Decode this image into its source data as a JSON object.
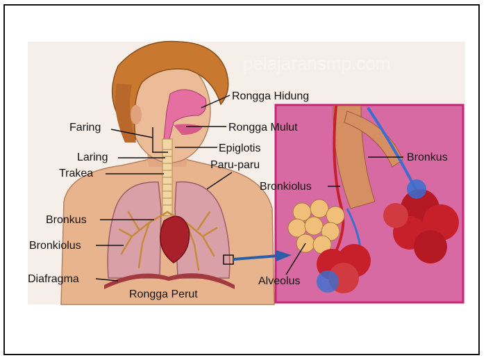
{
  "watermark": "pelajaransmp.com",
  "labels": {
    "rongga_hidung": "Rongga Hidung",
    "faring": "Faring",
    "rongga_mulut": "Rongga Mulut",
    "laring": "Laring",
    "epiglotis": "Epiglotis",
    "trakea": "Trakea",
    "paru_paru": "Paru-paru",
    "bronkus_left": "Bronkus",
    "bronkiolus_left": "Bronkiolus",
    "diafragma": "Diafragma",
    "rongga_perut": "Rongga Perut",
    "bronkiolus_inset": "Bronkiolus",
    "bronkus_inset": "Bronkus",
    "alveolus": "Alveolus"
  },
  "colors": {
    "skin": "#e8b48e",
    "hair": "#c9792f",
    "lung": "#d9a0a8",
    "bronchial_tree": "#c58a3a",
    "heart": "#a9202a",
    "inset_bg": "#d86aa3",
    "inset_border": "#c8257a",
    "pointer_arrow": "#2a5fa8",
    "alveolus_sac": "#f0c07a",
    "capillary_red": "#c8202a",
    "capillary_blue": "#3a6fd0"
  }
}
